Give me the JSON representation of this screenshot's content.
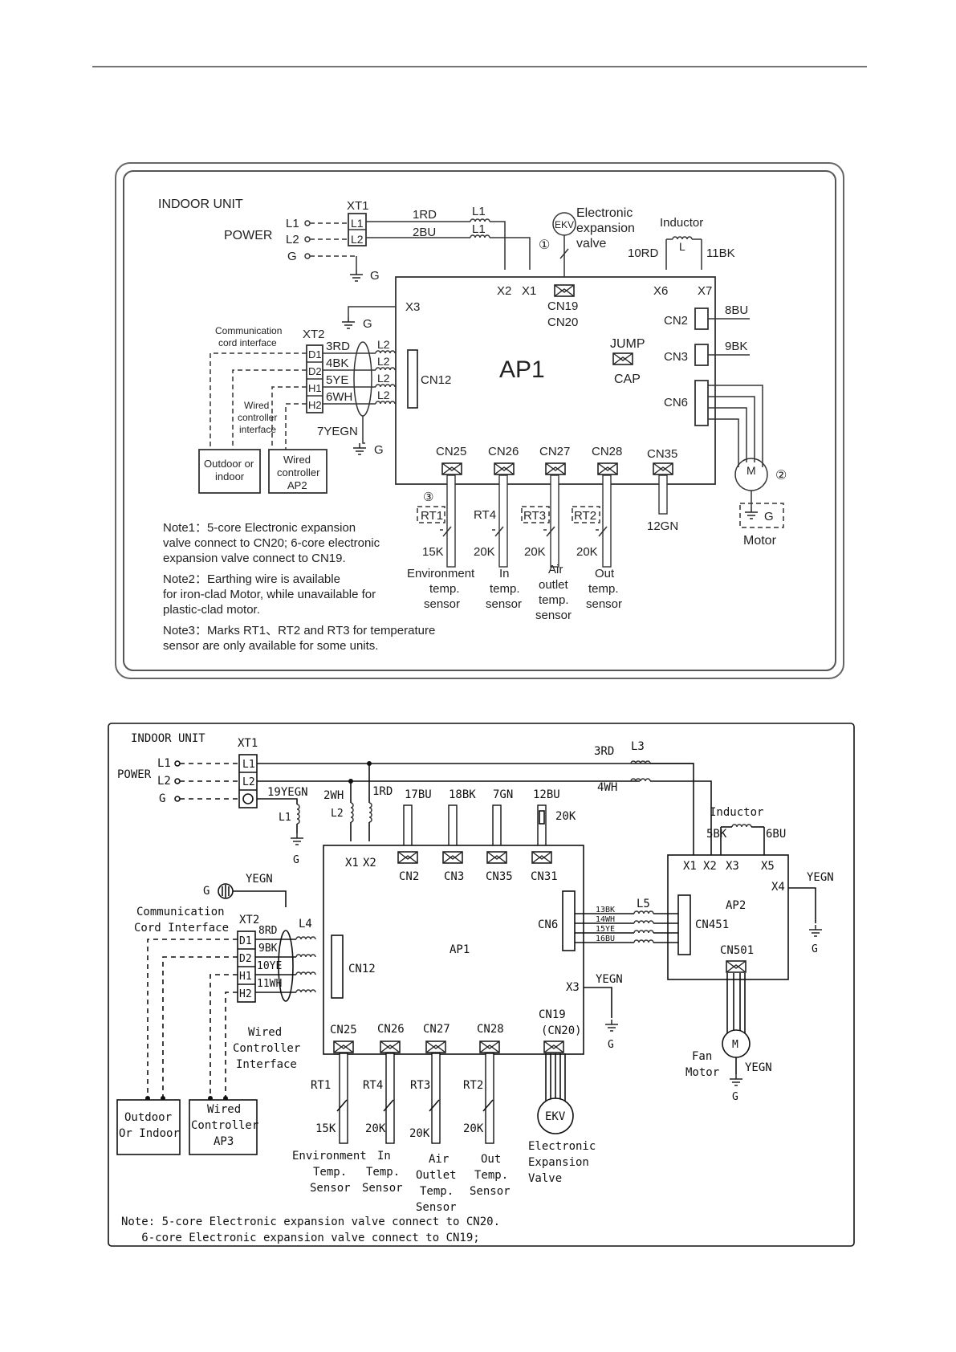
{
  "diagram1": {
    "title": "INDOOR UNIT",
    "power": "POWER",
    "l1": "L1",
    "l2": "L2",
    "g": "G",
    "xt1": "XT1",
    "xt1_l1": "L1",
    "xt1_l2": "L2",
    "w1rd": "1RD",
    "w2bu": "2BU",
    "coil_l1a": "L1",
    "coil_l1b": "L1",
    "ekv": "EKV",
    "ekv_label": [
      "Electronic",
      "expansion",
      "valve"
    ],
    "mark1": "①",
    "inductor": "Inductor",
    "inductor_l": "L",
    "w10rd": "10RD",
    "w11bk": "11BK",
    "x2": "X2",
    "x1": "X1",
    "cn19": "CN19",
    "cn20": "CN20",
    "x6": "X6",
    "x7": "X7",
    "x3": "X3",
    "g2": "G",
    "g3": "G",
    "g4": "G",
    "comm": [
      "Communication",
      "cord interface"
    ],
    "xt2": "XT2",
    "d1": "D1",
    "d2": "D2",
    "h1": "H1",
    "h2": "H2",
    "w3rd": "3RD",
    "w4bk": "4BK",
    "w5ye": "5YE",
    "w6wh": "6WH",
    "w7yegn": "7YEGN",
    "l2_coils": [
      "L2",
      "L2",
      "L2",
      "L2"
    ],
    "cn12": "CN12",
    "ap1": "AP1",
    "jump": "JUMP",
    "cap": "CAP",
    "cn2": "CN2",
    "w8bu": "8BU",
    "cn3": "CN3",
    "w9bk": "9BK",
    "cn6": "CN6",
    "wired": [
      "Wired",
      "controller",
      "interface"
    ],
    "outdoor": [
      "Outdoor or",
      "indoor"
    ],
    "wiredap2": [
      "Wired",
      "controller",
      "AP2"
    ],
    "cn25": "CN25",
    "cn26": "CN26",
    "cn27": "CN27",
    "cn28": "CN28",
    "cn35": "CN35",
    "w12gn": "12GN",
    "mark2": "②",
    "mark3": "③",
    "motor_m": "M",
    "motor": "Motor",
    "rt1": "RT1",
    "rt4": "RT4",
    "rt3": "RT3",
    "rt2": "RT2",
    "r15k": "15K",
    "r20k_a": "20K",
    "r20k_b": "20K",
    "r20k_c": "20K",
    "sens_env": [
      "Environment",
      "temp.",
      "sensor"
    ],
    "sens_in": [
      "In",
      "temp.",
      "sensor"
    ],
    "sens_air": [
      "Air",
      "outlet",
      "temp.",
      "sensor"
    ],
    "sens_out": [
      "Out",
      "temp.",
      "sensor"
    ],
    "notes": [
      "Note1：5-core Electronic expansion",
      "valve connect to CN20; 6-core electronic",
      "expansion valve connect to CN19.",
      "Note2：Earthing wire is available",
      "for iron-clad Motor, while unavailable for",
      "plastic-clad motor.",
      "Note3：Marks RT1、RT2 and RT3 for temperature",
      "sensor are only available for some units."
    ]
  },
  "diagram2": {
    "title": "INDOOR UNIT",
    "power": "POWER",
    "l1": "L1",
    "l2": "L2",
    "g": "G",
    "xt1": "XT1",
    "xt1_l1": "L1",
    "xt1_l2": "L2",
    "w19yegn": "19YEGN",
    "coil_l1": "L1",
    "g_l1": "G",
    "w2wh": "2WH",
    "coil_l2": "L2",
    "w1rd": "1RD",
    "w3rd": "3RD",
    "coil_l3": "L3",
    "w4wh": "4WH",
    "w17bu": "17BU",
    "w18bk": "18BK",
    "w7gn": "7GN",
    "w12bu": "12BU",
    "r20k": "20K",
    "cn2": "CN2",
    "cn3": "CN3",
    "cn35": "CN35",
    "cn31": "CN31",
    "x1": "X1",
    "x2": "X2",
    "inductor": "Inductor",
    "w5bk": "5BK",
    "w6bu": "6BU",
    "ap2_x1": "X1",
    "ap2_x2": "X2",
    "ap2_x3": "X3",
    "ap2_x5": "X5",
    "ap2_x4": "X4",
    "yegn_x4": "YEGN",
    "g_x4": "G",
    "ap2": "AP2",
    "cn451": "CN451",
    "cn501": "CN501",
    "g_left": "G",
    "yegn_left": "YEGN",
    "comm": [
      "Communication",
      "Cord Interface"
    ],
    "xt2": "XT2",
    "d1": "D1",
    "d2": "D2",
    "h1": "H1",
    "h2": "H2",
    "w8rd": "8RD",
    "w9bk": "9BK",
    "w10ye": "10YE",
    "w11wh": "11WH",
    "coil_l4": "L4",
    "cn12": "CN12",
    "ap1": "AP1",
    "cn6": "CN6",
    "coil_l5": "L5",
    "w13bk": "13BK",
    "w14wh": "14WH",
    "w15ye": "15YE",
    "w16bu": "16BU",
    "x3": "X3",
    "yegn_x3": "YEGN",
    "g_x3": "G",
    "fan_motor": [
      "Fan",
      "Motor"
    ],
    "fan_m": "M",
    "yegn_fan": "YEGN",
    "g_fan": "G",
    "wired": [
      "Wired",
      "Controller",
      "Interface"
    ],
    "cn25": "CN25",
    "cn26": "CN26",
    "cn27": "CN27",
    "cn28": "CN28",
    "cn19": "CN19",
    "cn20": "(CN20)",
    "ekv": "EKV",
    "ekv_label": [
      "Electronic",
      "Expansion",
      "Valve"
    ],
    "rt1": "RT1",
    "rt4": "RT4",
    "rt3": "RT3",
    "rt2": "RT2",
    "r15k": "15K",
    "r20k_a": "20K",
    "r20k_b": "20K",
    "r20k_c": "20K",
    "outdoor": [
      "Outdoor",
      "Or  Indoor"
    ],
    "wiredap3": [
      "Wired",
      "Controller",
      "AP3"
    ],
    "sens_env": [
      "Environment",
      "Temp.",
      "Sensor"
    ],
    "sens_in": [
      "In",
      "Temp.",
      "Sensor"
    ],
    "sens_air": [
      "Air",
      "Outlet",
      "Temp.",
      "Sensor"
    ],
    "sens_out": [
      "Out",
      "Temp.",
      "Sensor"
    ],
    "notes": [
      "Note: 5-core Electronic expansion valve connect to CN20.",
      "   6-core Electronic expansion valve connect to CN19;"
    ]
  }
}
